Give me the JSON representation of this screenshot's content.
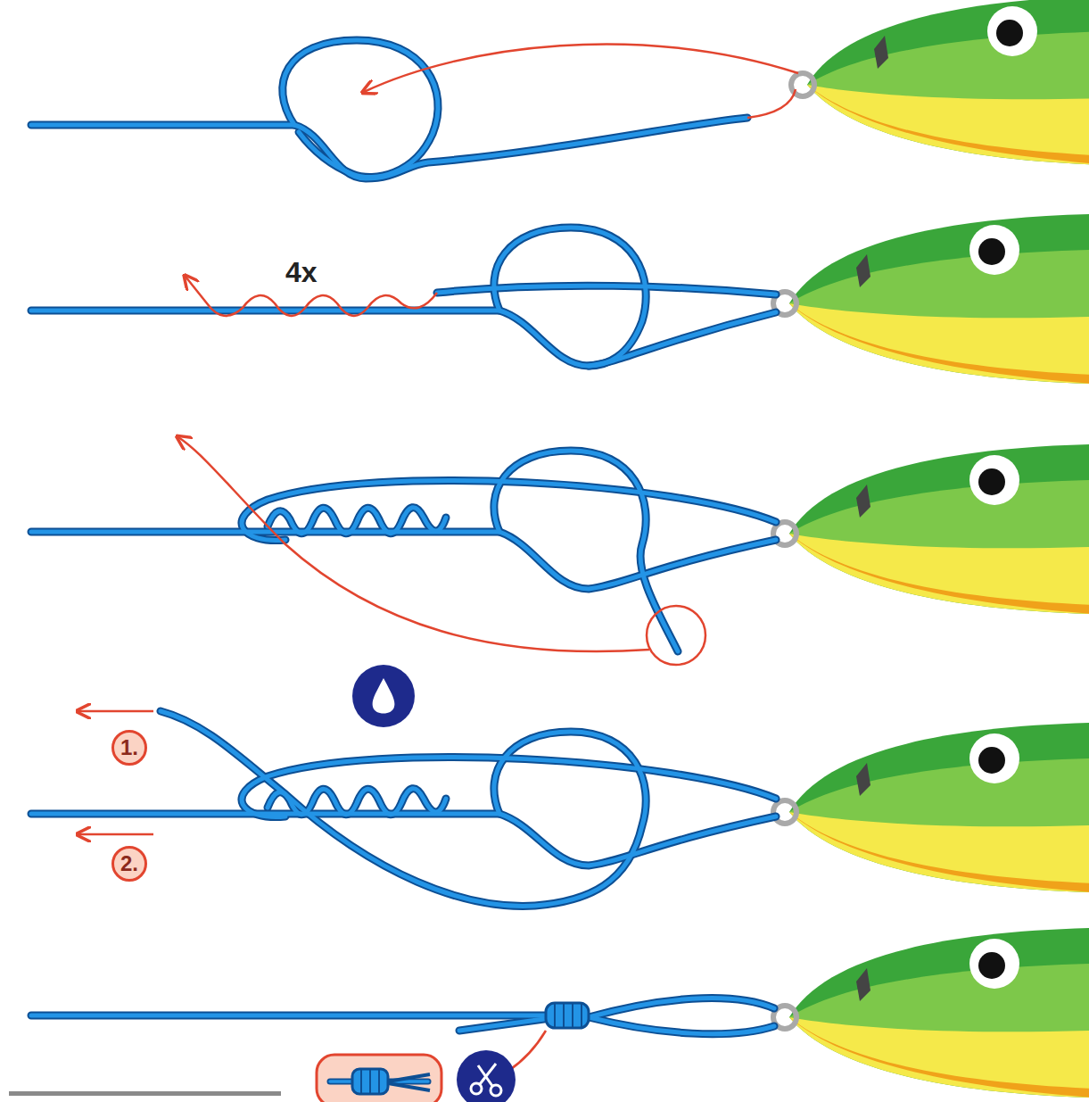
{
  "diagram": {
    "labels": [
      "4x",
      "1.",
      "2."
    ]
  }
}
